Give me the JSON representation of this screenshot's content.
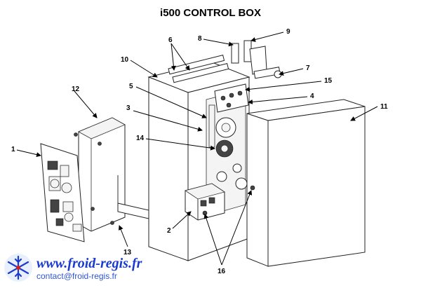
{
  "title": "i500 CONTROL BOX",
  "callouts": [
    "1",
    "2",
    "3",
    "4",
    "5",
    "6",
    "7",
    "8",
    "9",
    "10",
    "11",
    "12",
    "13",
    "14",
    "15",
    "16"
  ],
  "footer": {
    "website": "www.froid-regis.fr",
    "email": "contact@froid-regis.fr"
  },
  "icons": {
    "logo": "snowflake-logo-icon"
  },
  "colors": {
    "website_text": "#1a3bd0",
    "email_text": "#2f55d4"
  }
}
